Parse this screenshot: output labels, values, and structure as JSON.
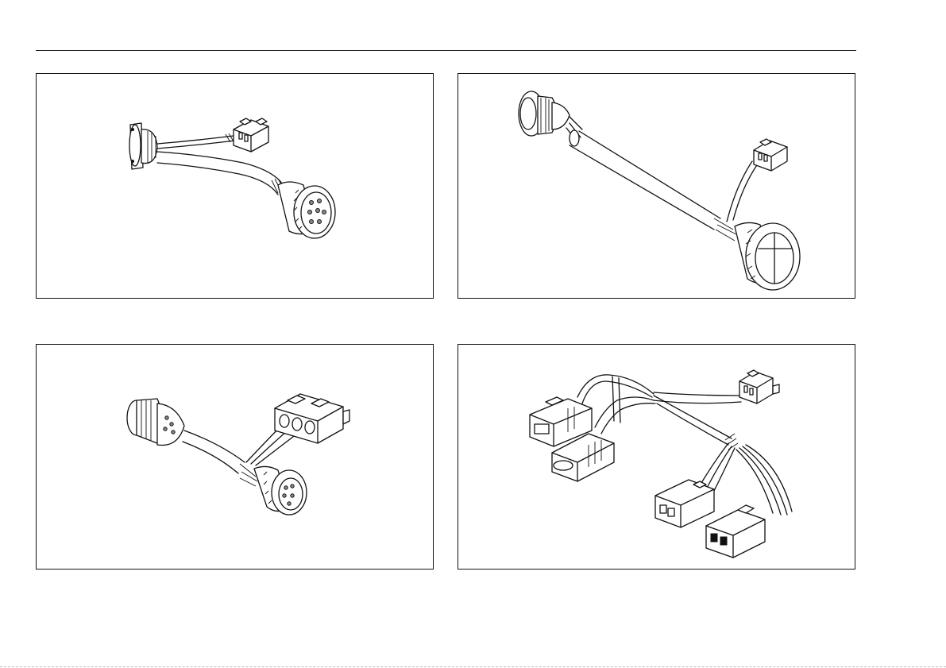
{
  "page": {
    "figures": [
      {
        "id": "figure-1",
        "description_icon": "adapter-cable-icon"
      },
      {
        "id": "figure-2",
        "description_icon": "adapter-cable-icon"
      },
      {
        "id": "figure-3",
        "description_icon": "adapter-cable-icon"
      },
      {
        "id": "figure-4",
        "description_icon": "wiring-harness-icon"
      }
    ],
    "colors": {
      "ink": "#111111",
      "background": "#ffffff",
      "shading": "#8a8a8a"
    }
  }
}
